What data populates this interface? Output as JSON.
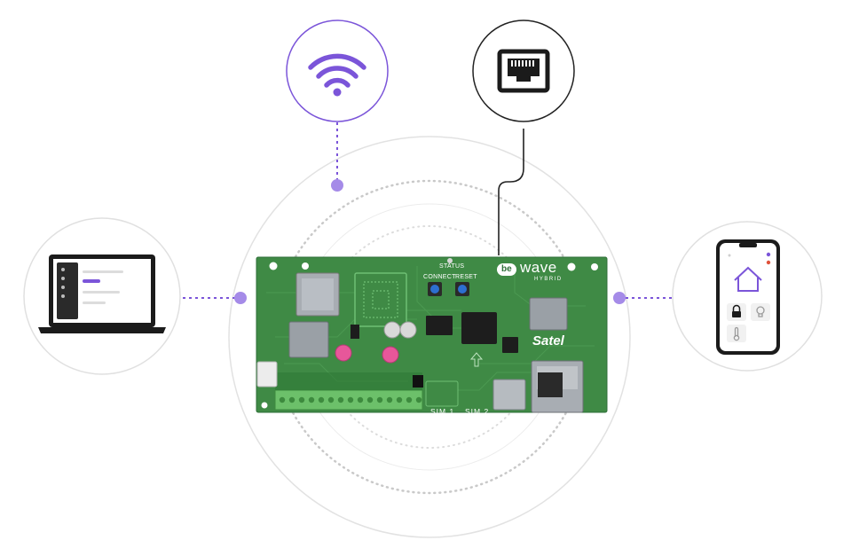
{
  "board": {
    "brand_be": "be",
    "brand_wave": "wave",
    "brand_hybrid": "HYBRID",
    "manufacturer": "Satel",
    "status_label": "STATUS",
    "connect_label": "CONNECT",
    "reset_label": "RESET",
    "sim1_label": "SIM 1",
    "sim2_label": "SIM 2"
  },
  "icons": {
    "wifi": "wifi-icon",
    "ethernet": "ethernet-port-icon",
    "laptop": "laptop-icon",
    "smartphone": "smartphone-icon",
    "home": "home-icon",
    "lock": "lock-icon",
    "bulb": "lightbulb-icon",
    "thermometer": "thermometer-icon"
  },
  "colors": {
    "accent_purple": "#7b55d9",
    "board_green": "#3f8a45",
    "circle_gray": "#d9d9d9",
    "dark": "#1b1b1b"
  }
}
